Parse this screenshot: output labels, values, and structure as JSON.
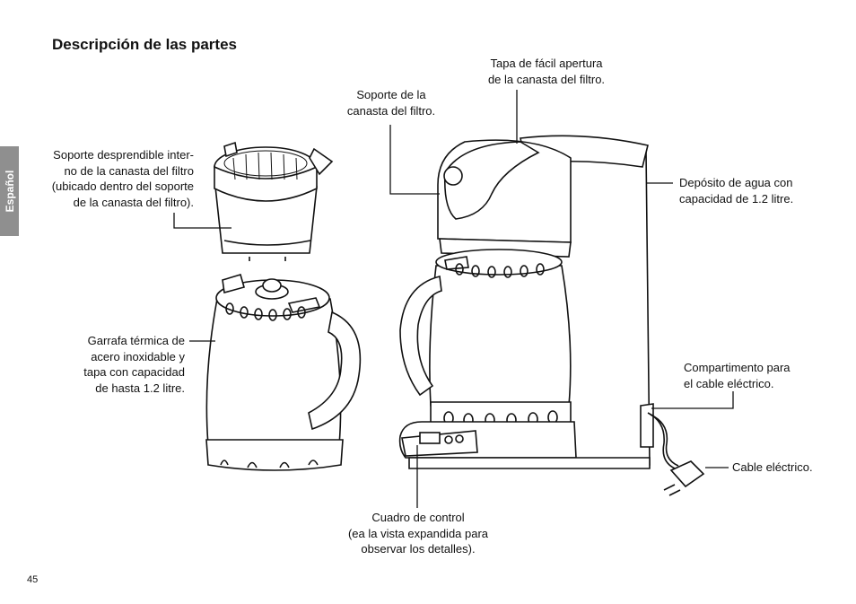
{
  "section_tab": "Español",
  "title": "Descripción de las partes",
  "page_number": "45",
  "labels": {
    "filter_basket_insert": [
      "Soporte desprendible inter-",
      "no de la canasta del filtro",
      "(ubicado dentro del soporte",
      "de la canasta del filtro)."
    ],
    "carafe": [
      "Garrafa térmica de",
      "acero inoxidable y",
      "tapa con capacidad",
      "de hasta 1.2 litre."
    ],
    "basket_holder": [
      "Soporte de la",
      "canasta del filtro."
    ],
    "basket_lid": [
      "Tapa de fácil apertura",
      "de la canasta del filtro."
    ],
    "water_reservoir": [
      "Depósito de agua con",
      "capacidad de 1.2 litre."
    ],
    "cord_storage": [
      "Compartimento para",
      "el cable eléctrico."
    ],
    "power_cord": [
      "Cable eléctrico."
    ],
    "control_panel": [
      "Cuadro de control",
      "(ea la vista expandida para",
      "observar los detalles)."
    ]
  }
}
